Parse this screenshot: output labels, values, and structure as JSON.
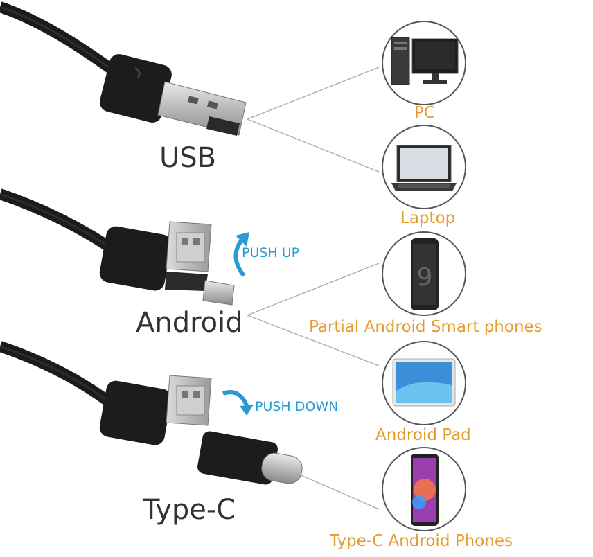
{
  "connectors": {
    "usb": "USB",
    "android": "Android",
    "typec": "Type-C"
  },
  "actions": {
    "push_up": "PUSH UP",
    "push_down": "PUSH DOWN"
  },
  "devices": {
    "pc": "PC",
    "laptop": "Laptop",
    "phone": "Partial Android Smart phones",
    "pad": "Android Pad",
    "typec_phone": "Type-C Android Phones"
  },
  "colors": {
    "device_label": "#e69a2e",
    "action_label": "#2a9bd0",
    "connector_label": "#333333",
    "cable": "#1b1b1b"
  }
}
